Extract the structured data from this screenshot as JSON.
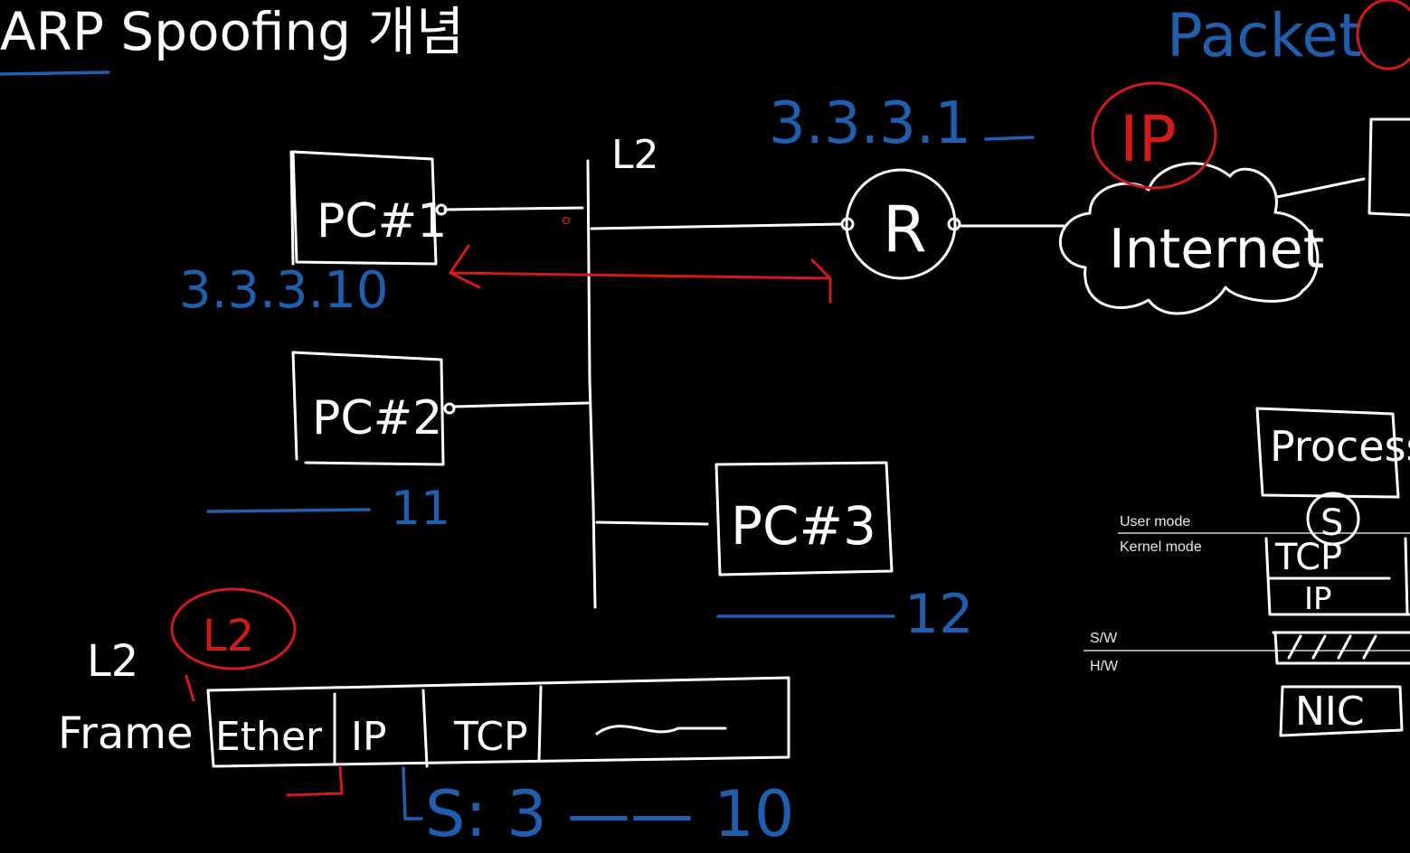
{
  "title": "ARP Spoofing 개념",
  "packet_label": "Packet",
  "ip_circle": "IP",
  "switch_label": "L2",
  "router_label": "R",
  "internet_label": "Internet",
  "router_ip": "3.3.3.1",
  "pcs": [
    {
      "label": "PC#1",
      "ip": "3.3.3.10"
    },
    {
      "label": "PC#2",
      "ip": "11"
    },
    {
      "label": "PC#3",
      "ip": "12"
    }
  ],
  "frame": {
    "layer": "L2",
    "layer_circled": "L2",
    "label": "Frame",
    "fields": [
      "Ether",
      "IP",
      "TCP",
      "~"
    ],
    "note": "S: 3 —— 10"
  },
  "stack": {
    "process": "Process",
    "socket": "S",
    "user_mode": "User mode",
    "kernel_mode": "Kernel mode",
    "tcp": "TCP",
    "ip": "IP",
    "sw": "S/W",
    "hw": "H/W",
    "nic": "NIC"
  },
  "colors": {
    "chalk": "#ffffff",
    "blue": "#1f5fae",
    "red": "#d11a1a",
    "background": "#000000"
  }
}
